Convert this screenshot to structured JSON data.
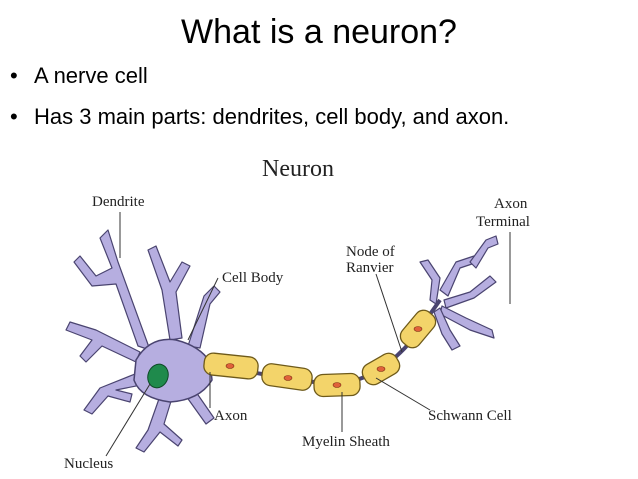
{
  "slide": {
    "title": "What is a neuron?",
    "bullets": [
      "A nerve cell",
      "Has 3 main parts: dendrites, cell body, and axon."
    ]
  },
  "diagram": {
    "heading": "Neuron",
    "labels": {
      "dendrite": "Dendrite",
      "cell_body": "Cell Body",
      "node_line1": "Node of",
      "node_line2": "Ranvier",
      "axon_terminal_line1": "Axon",
      "axon_terminal_line2": "Terminal",
      "axon": "Axon",
      "myelin_sheath": "Myelin Sheath",
      "schwann_cell": "Schwann Cell",
      "nucleus": "Nucleus"
    },
    "colors": {
      "cell": "#b6aee0",
      "cell_outline": "#4a4470",
      "myelin": "#f3d46a",
      "myelin_outline": "#6e5a1a",
      "myelin_dot": "#e0623a",
      "nucleus": "#1f8a4c"
    }
  }
}
